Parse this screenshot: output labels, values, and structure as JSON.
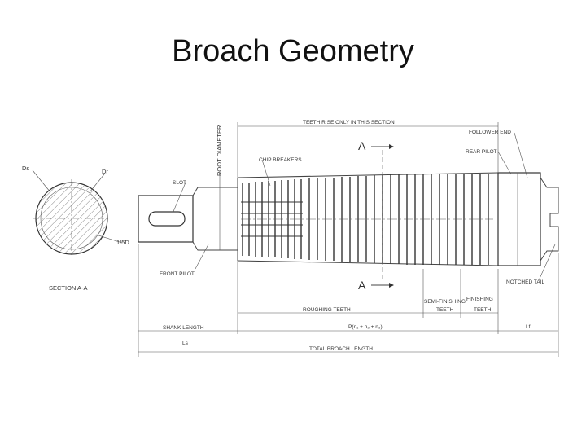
{
  "slide": {
    "title": "Broach Geometry"
  },
  "labels": {
    "teeth_rise": "TEETH RISE ONLY IN THIS SECTION",
    "root_diameter": "ROOT DIAMETER",
    "follower_end": "FOLLOWER END",
    "rear_pilot": "REAR PILOT",
    "chip_breakers": "CHIP BREAKERS",
    "slot": "SLOT",
    "section_a_top": "A",
    "section_a_bottom": "A",
    "front_pilot": "FRONT PILOT",
    "notched_tail": "NOTCHED TAIL",
    "roughing_teeth": "ROUGHING TEETH",
    "semi_finishing_1": "SEMI-FINISHING",
    "semi_finishing_2": "TEETH",
    "finishing_1": "FINISHING",
    "finishing_2": "TEETH",
    "shank_length": "SHANK LENGTH",
    "ls": "Ls",
    "p_formula": "P(n₁ + n₂ + n₃)",
    "lf": "Lf",
    "total_length": "TOTAL BROACH LENGTH",
    "ds": "Ds",
    "dr": "Dr",
    "one_fifth_d": "1/5D",
    "section_aa": "SECTION A-A"
  }
}
